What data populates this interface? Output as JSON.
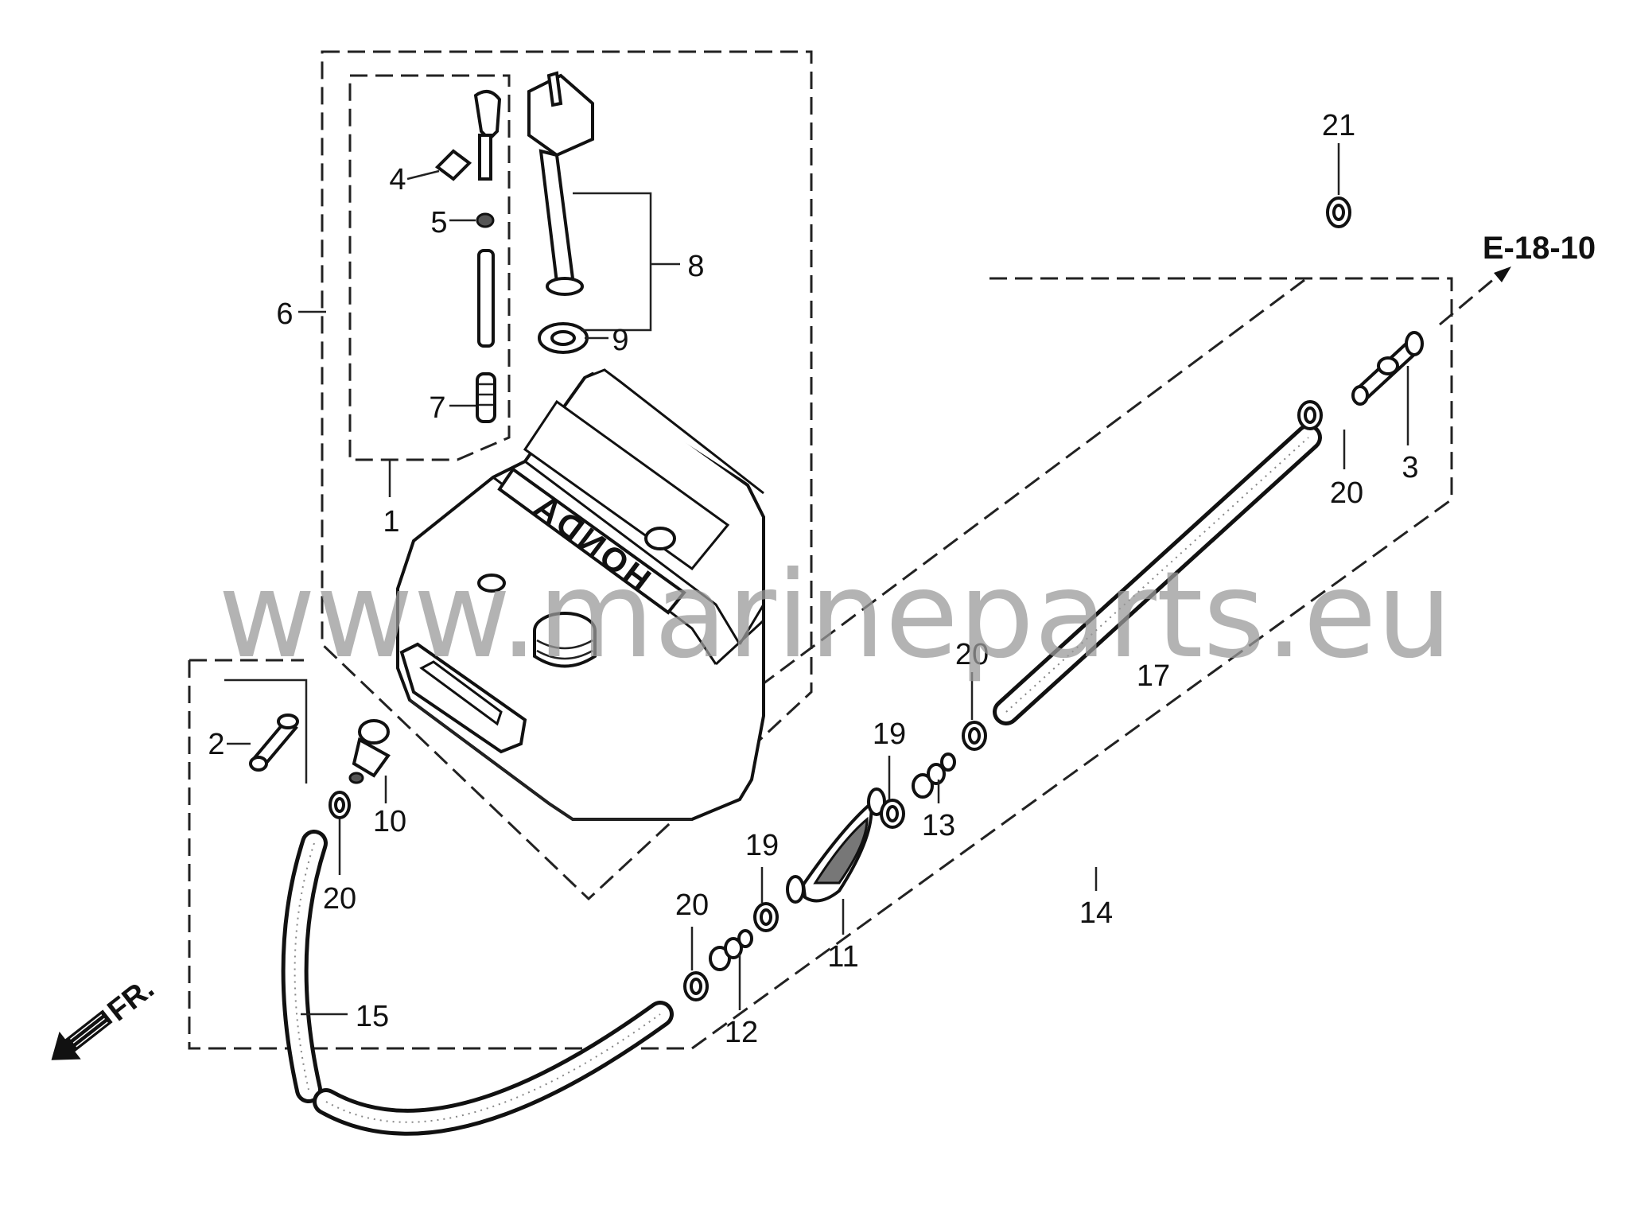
{
  "diagram": {
    "labels": {
      "p1": "1",
      "p2": "2",
      "p3": "3",
      "p4": "4",
      "p5": "5",
      "p6": "6",
      "p7": "7",
      "p8": "8",
      "p9": "9",
      "p10": "10",
      "p11": "11",
      "p12": "12",
      "p13": "13",
      "p14": "14",
      "p15": "15",
      "p17": "17",
      "p19a": "19",
      "p19b": "19",
      "p20a": "20",
      "p20b": "20",
      "p20c": "20",
      "p20d": "20",
      "p21": "21"
    },
    "reference": "E-18-10",
    "tank_brand": "HONDA",
    "front_marker": "FR.",
    "watermark": "www.marineparts.eu"
  }
}
